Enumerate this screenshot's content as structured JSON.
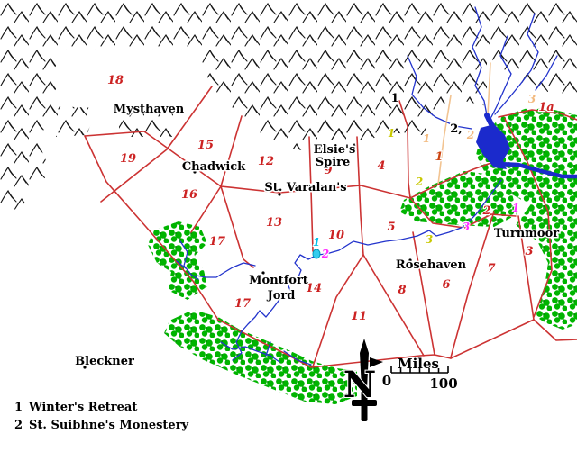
{
  "map_title": "Hand-drawn fantasy region map",
  "colors": {
    "border": "#cc3333",
    "region_number": "#cc2222",
    "region_one": "#cc4411",
    "river": "#2233cc",
    "forest": "#00b400",
    "mountain": "#151515",
    "tan": "#f2b97e",
    "yellow": "#c8c800",
    "cyan": "#00c0e8",
    "magenta": "#ff2bff",
    "black": "#000000"
  },
  "towns": [
    {
      "name": "Mysthaven"
    },
    {
      "name": "Chadwick"
    },
    {
      "name": "Elsie's"
    },
    {
      "name": "Spire"
    },
    {
      "name": "St. Varalan's"
    },
    {
      "name": "Montfort"
    },
    {
      "name": "Jord"
    },
    {
      "name": "Rosehaven"
    },
    {
      "name": "Turnmoor"
    },
    {
      "name": "Bleckner"
    }
  ],
  "region_numbers": [
    {
      "label": "18",
      "color": "#cc2222"
    },
    {
      "label": "19",
      "color": "#cc2222"
    },
    {
      "label": "15",
      "color": "#cc2222"
    },
    {
      "label": "12",
      "color": "#cc2222"
    },
    {
      "label": "16",
      "color": "#cc2222"
    },
    {
      "label": "13",
      "color": "#cc2222"
    },
    {
      "label": "17",
      "color": "#cc2222"
    },
    {
      "label": "17",
      "color": "#cc2222"
    },
    {
      "label": "14",
      "color": "#cc2222"
    },
    {
      "label": "11",
      "color": "#cc2222"
    },
    {
      "label": "10",
      "color": "#cc2222"
    },
    {
      "label": "9",
      "color": "#cc2222"
    },
    {
      "label": "4",
      "color": "#cc2222"
    },
    {
      "label": "5",
      "color": "#cc2222"
    },
    {
      "label": "8",
      "color": "#cc2222"
    },
    {
      "label": "6",
      "color": "#cc2222"
    },
    {
      "label": "7",
      "color": "#cc2222"
    },
    {
      "label": "3",
      "color": "#cc2222"
    },
    {
      "label": "2",
      "color": "#cc2222"
    },
    {
      "label": "1",
      "color": "#cc4411"
    },
    {
      "label": "1a",
      "color": "#cc2222"
    }
  ],
  "colored_markers": [
    {
      "label": "1",
      "color": "#c8c800"
    },
    {
      "label": "2",
      "color": "#c8c800"
    },
    {
      "label": "3",
      "color": "#c8c800"
    },
    {
      "label": "1",
      "color": "#f2b97e"
    },
    {
      "label": "2",
      "color": "#f2b97e"
    },
    {
      "label": "3",
      "color": "#f2b97e"
    },
    {
      "label": "1",
      "color": "#00c0e8"
    },
    {
      "label": "2",
      "color": "#ff2bff"
    },
    {
      "label": "1",
      "color": "#ff2bff"
    },
    {
      "label": "3",
      "color": "#ff2bff"
    }
  ],
  "site_markers": [
    {
      "label": "1"
    },
    {
      "label": "2,"
    }
  ],
  "legend": {
    "items": [
      {
        "num": "1",
        "label": "Winter's Retreat"
      },
      {
        "num": "2",
        "label": "St. Suibhne's Monestery"
      }
    ]
  },
  "scale_bar": {
    "label": "Miles",
    "start": "0",
    "end": "100"
  },
  "compass": {
    "label": "N"
  }
}
